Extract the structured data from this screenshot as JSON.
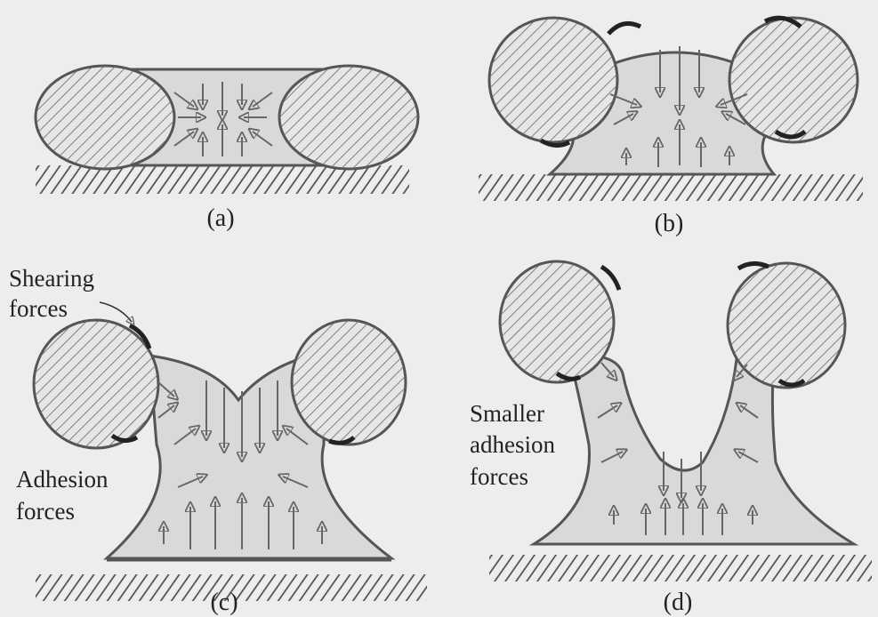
{
  "panels": [
    {
      "id": "a",
      "caption": "(a)"
    },
    {
      "id": "b",
      "caption": "(b)"
    },
    {
      "id": "c",
      "caption": "(c)",
      "labels": {
        "shearing": [
          "Shearing",
          "forces"
        ],
        "adhesion": [
          "Adhesion",
          "forces"
        ]
      }
    },
    {
      "id": "d",
      "caption": "(d)",
      "labels": {
        "smaller_adhesion": [
          "Smaller",
          "adhesion",
          "forces"
        ]
      }
    }
  ],
  "colors": {
    "background": "#ededed",
    "outline": "#555555",
    "fluid": "#d9d9d9",
    "roller_fill": "#e6e6e6",
    "hatch": "#666666",
    "shadow": "#222222"
  }
}
